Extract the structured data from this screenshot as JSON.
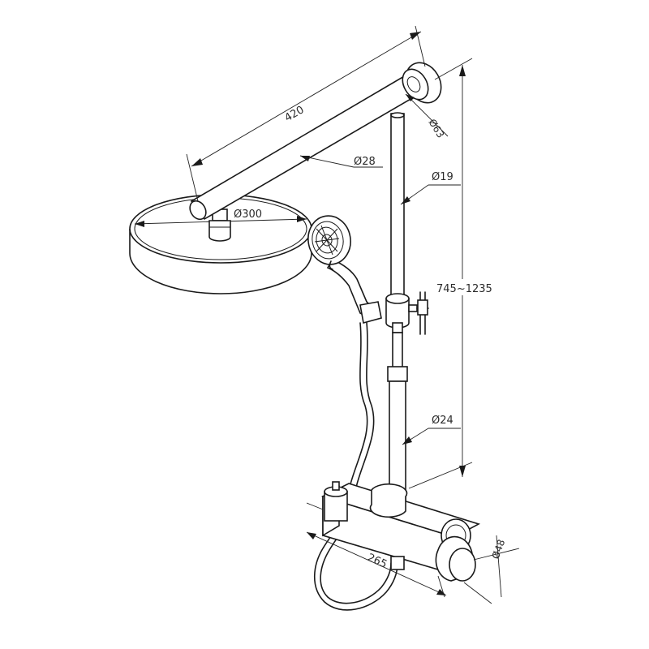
{
  "dimensions": {
    "arm_length": "420",
    "arm_diameter": "Ø28",
    "head_diameter": "Ø300",
    "wall_bracket": "Ø63",
    "upper_pipe": "Ø19",
    "height_range": "745~1235",
    "lower_pipe": "Ø24",
    "mixer_width": "265",
    "knob_diameter": "Ø48"
  },
  "colors": {
    "line": "#1a1a1a",
    "background": "#ffffff"
  }
}
